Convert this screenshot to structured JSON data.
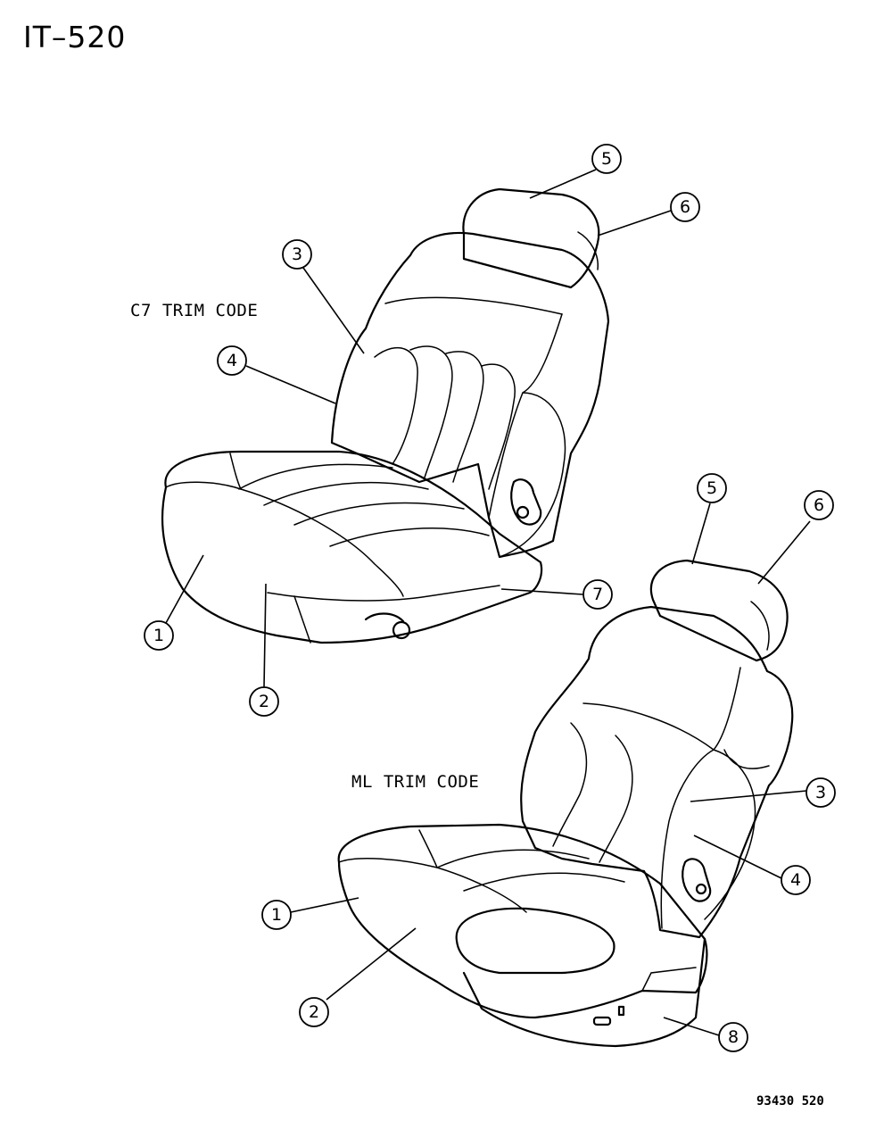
{
  "page_code": "IT–520",
  "figure_number": "93430 520",
  "seats": [
    {
      "name": "c7",
      "trim_label": "C7 TRIM CODE",
      "callouts": [
        "5",
        "6",
        "3",
        "4",
        "7",
        "1",
        "2"
      ]
    },
    {
      "name": "ml",
      "trim_label": "ML TRIM CODE",
      "callouts": [
        "5",
        "6",
        "3",
        "4",
        "1",
        "2",
        "8"
      ]
    }
  ]
}
